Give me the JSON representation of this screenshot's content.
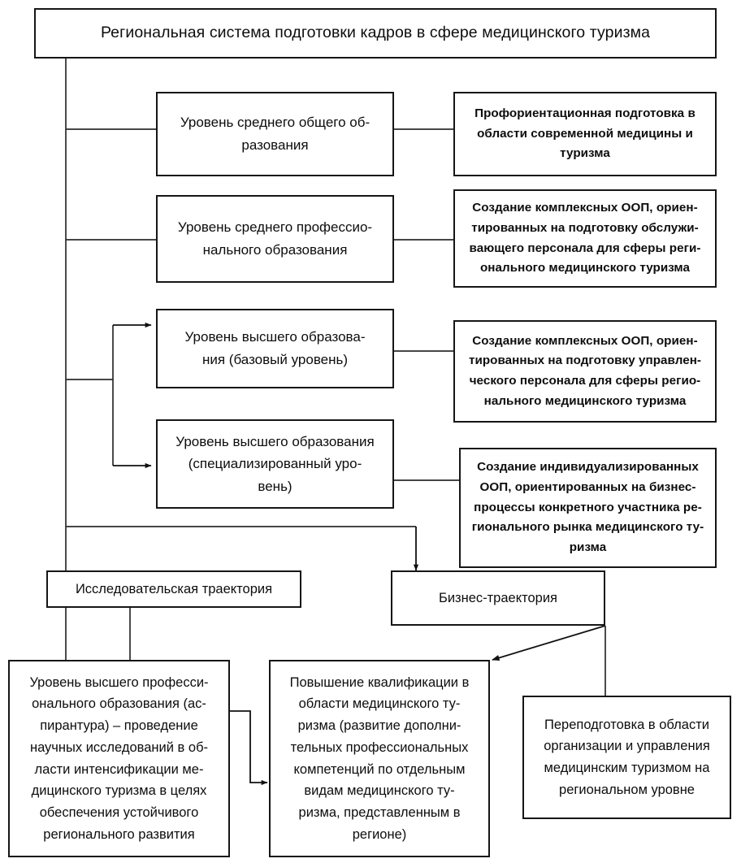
{
  "diagram": {
    "title": "Региональная система подготовки кадров в сфере медицинского туризма",
    "levels": [
      {
        "id": "secondary-general",
        "label": "Уровень среднего общего об-\nразования",
        "outcome": "Профориентационная подготовка в области современной медицины и туризма"
      },
      {
        "id": "secondary-vocational",
        "label": "Уровень среднего профессио-\nнального образования",
        "outcome": "Создание комплексных ООП, ориен-\nтированных на подготовку обслужи-\nвающего персонала для сферы реги-\nонального медицинского туризма"
      },
      {
        "id": "higher-basic",
        "label": "Уровень высшего образова-\nния (базовый уровень)",
        "outcome": "Создание комплексных ООП, ориен-\nтированных на подготовку управлен-\nческого персонала для сферы регио-\nнального медицинского туризма"
      },
      {
        "id": "higher-specialized",
        "label": "Уровень высшего образования\n(специализированный уро-\nвень)",
        "outcome": "Создание индивидуализированных ООП, ориентированных на бизнес-\nпроцессы конкретного участника ре-\nгионального рынка медицинского ту-\nризма"
      }
    ],
    "trajectories": {
      "research": "Исследовательская траектория",
      "business": "Бизнес-траектория"
    },
    "outputs": [
      {
        "id": "postgraduate",
        "text": "Уровень высшего професси-\nонального образования (ас-\nпирантура) – проведение научных исследований в об-\nласти интенсификации ме-\nдицинского туризма в целях обеспечения устойчивого регионального развития"
      },
      {
        "id": "qualification-upgrade",
        "text": "Повышение квалификации в области медицинского ту-\nризма (развитие дополни-\nтельных профессиональных компетенций по отдельным видам медицинского ту-\nризма, представленным в регионе)"
      },
      {
        "id": "retraining",
        "text": "Переподготовка в области организации и управления медицинским туризмом на региональном уровне"
      }
    ],
    "colors": {
      "border": "#161616",
      "text": "#0d0d0d",
      "background": "#ffffff",
      "connector": "#2b2b2b"
    }
  }
}
